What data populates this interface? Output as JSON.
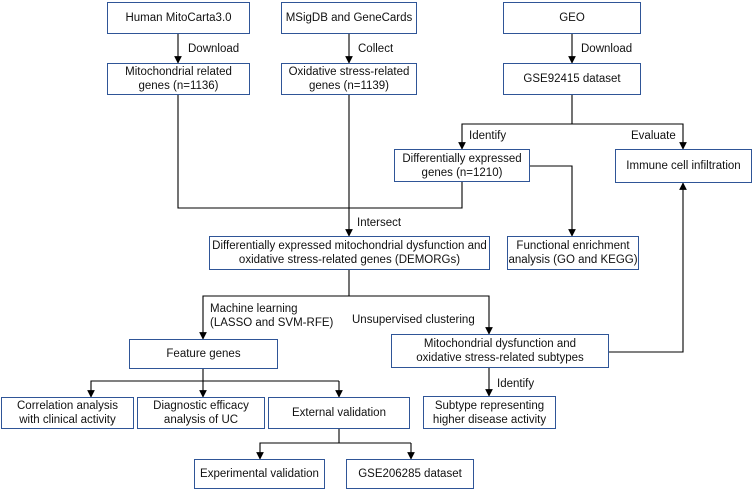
{
  "boxes": {
    "mitocarta": "Human MitoCarta3.0",
    "msigdb": "MSigDB and GeneCards",
    "geo": "GEO",
    "mito_genes": [
      "Mitochondrial related",
      "genes (n=1136)"
    ],
    "ox_genes": [
      "Oxidative stress-related",
      "genes (n=1139)"
    ],
    "gse92415": "GSE92415 dataset",
    "degs": [
      "Differentially expressed",
      "genes (n=1210)"
    ],
    "immune": "Immune cell infiltration",
    "demorgs": [
      "Differentially expressed mitochondrial dysfunction and",
      "oxidative stress-related genes (DEMORGs)"
    ],
    "functional": [
      "Functional enrichment",
      "analysis (GO and KEGG)"
    ],
    "feature": "Feature genes",
    "subtypes": [
      "Mitochondrial dysfunction and",
      "oxidative stress-related subtypes"
    ],
    "correlation": [
      "Correlation analysis",
      "with clinical activity"
    ],
    "diagnostic": [
      "Diagnostic efficacy",
      "analysis of UC"
    ],
    "external": "External validation",
    "subtype_rep": [
      "Subtype representing",
      "higher disease activity"
    ],
    "experimental": "Experimental validation",
    "gse206285": "GSE206285 dataset"
  },
  "labels": {
    "download1": "Download",
    "collect": "Collect",
    "download2": "Download",
    "identify1": "Identify",
    "evaluate": "Evaluate",
    "intersect": "Intersect",
    "ml": [
      "Machine learning",
      "(LASSO and SVM-RFE)"
    ],
    "unsupervised": "Unsupervised clustering",
    "identify2": "Identify"
  },
  "colors": {
    "box_border": "#2f5597",
    "line": "#000000"
  }
}
